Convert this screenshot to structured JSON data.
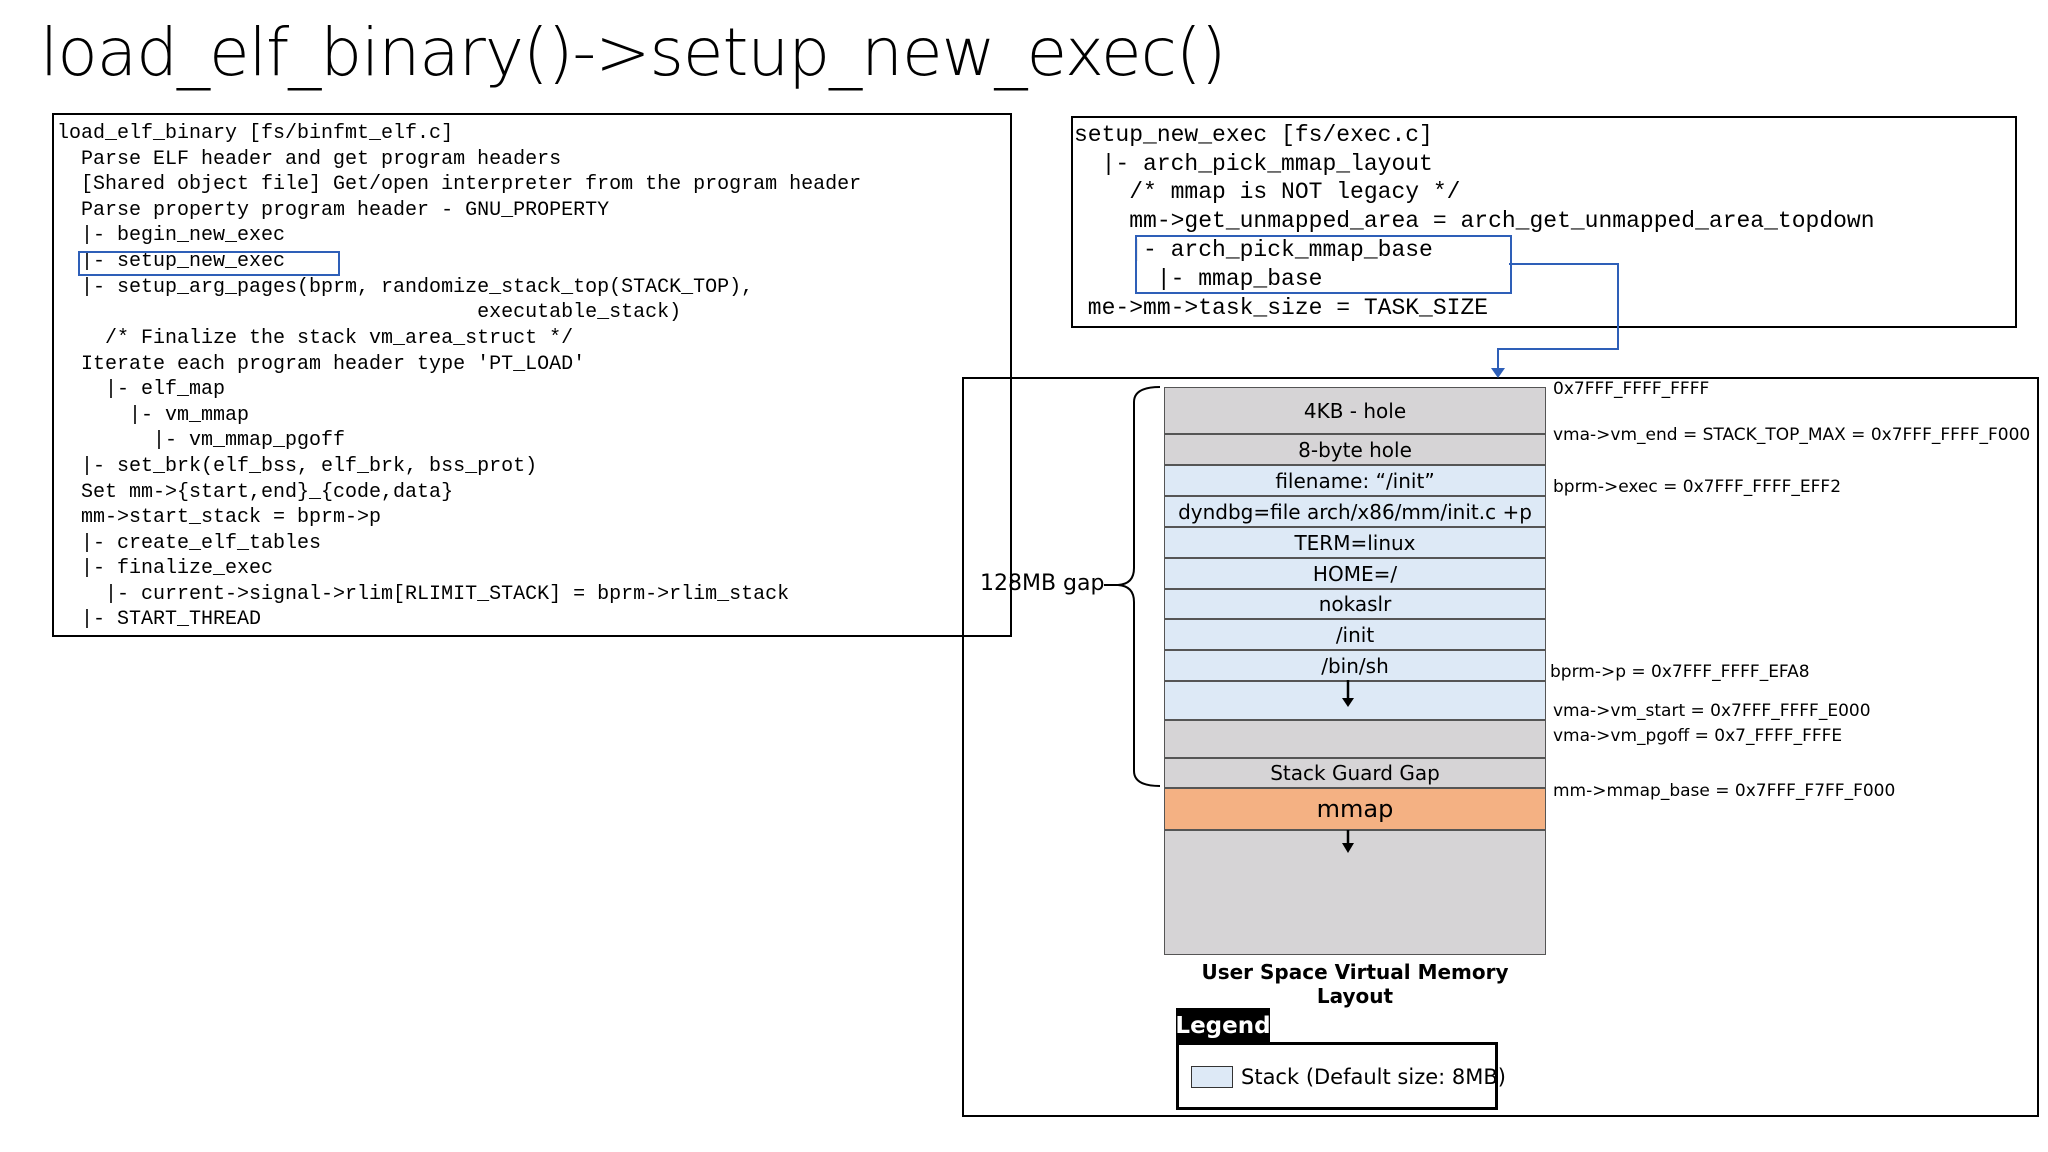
{
  "title": "load_elf_binary()->setup_new_exec()",
  "left_code": {
    "lines": [
      "load_elf_binary [fs/binfmt_elf.c]",
      "  Parse ELF header and get program headers",
      "  [Shared object file] Get/open interpreter from the program header",
      "  Parse property program header - GNU_PROPERTY",
      "  |- begin_new_exec",
      "  |- setup_new_exec",
      "  |- setup_arg_pages(bprm, randomize_stack_top(STACK_TOP),",
      "                                   executable_stack)",
      "    /* Finalize the stack vm_area_struct */",
      "  Iterate each program header type 'PT_LOAD'",
      "    |- elf_map",
      "      |- vm_mmap",
      "        |- vm_mmap_pgoff",
      "  |- set_brk(elf_bss, elf_brk, bss_prot)",
      "  Set mm->{start,end}_{code,data}",
      "  mm->start_stack = bprm->p",
      "  |- create_elf_tables",
      "  |- finalize_exec",
      "    |- current->signal->rlim[RLIMIT_STACK] = bprm->rlim_stack",
      "  |- START_THREAD"
    ]
  },
  "right_code": {
    "lines": [
      "setup_new_exec [fs/exec.c]",
      "  |- arch_pick_mmap_layout",
      "    /* mmap is NOT legacy */",
      "    mm->get_unmapped_area = arch_get_unmapped_area_topdown",
      "    |- arch_pick_mmap_base",
      "      |- mmap_base",
      " me->mm->task_size = TASK_SIZE"
    ]
  },
  "memory": {
    "cells": [
      {
        "label": "4KB - hole",
        "kind": "gray"
      },
      {
        "label": "8-byte hole",
        "kind": "gray"
      },
      {
        "label": "filename: “/init”",
        "kind": "blue"
      },
      {
        "label": "dyndbg=file arch/x86/mm/init.c +p",
        "kind": "blue"
      },
      {
        "label": "TERM=linux",
        "kind": "blue"
      },
      {
        "label": "HOME=/",
        "kind": "blue"
      },
      {
        "label": "nokaslr",
        "kind": "blue"
      },
      {
        "label": "/init",
        "kind": "blue"
      },
      {
        "label": "/bin/sh",
        "kind": "blue"
      },
      {
        "label": "",
        "kind": "blue"
      },
      {
        "label": "",
        "kind": "gray"
      },
      {
        "label": "Stack Guard Gap",
        "kind": "gray"
      },
      {
        "label": "mmap",
        "kind": "orange"
      },
      {
        "label": "",
        "kind": "gray"
      }
    ],
    "addresses": [
      "0x7FFF_FFFF_FFFF",
      "vma->vm_end = STACK_TOP_MAX = 0x7FFF_FFFF_F000",
      "bprm->exec = 0x7FFF_FFFF_EFF2",
      "bprm->p = 0x7FFF_FFFF_EFA8",
      "vma->vm_start = 0x7FFF_FFFF_E000",
      "vma->vm_pgoff = 0x7_FFFF_FFFE",
      "mm->mmap_base = 0x7FFF_F7FF_F000"
    ],
    "gap_label": "128MB gap",
    "caption": "User Space Virtual Memory Layout"
  },
  "legend": {
    "title": "Legend",
    "items": [
      {
        "label": "Stack (Default size: 8MB)",
        "color": "#dde9f6"
      }
    ]
  },
  "colors": {
    "highlight": "#2e5fb8",
    "stack": "#dde9f6",
    "hole": "#d6d4d6",
    "mmap": "#f4b183"
  }
}
